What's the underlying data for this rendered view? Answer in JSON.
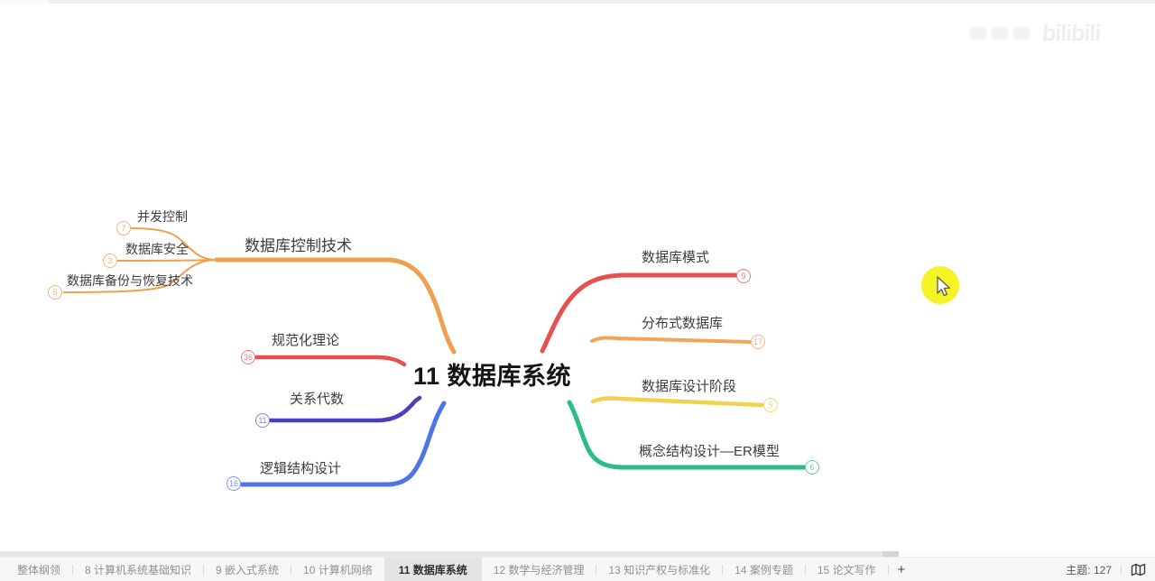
{
  "watermark": {
    "logo": "bilibili"
  },
  "mindmap": {
    "root": {
      "label": "11 数据库系统"
    },
    "left_branches": [
      {
        "label": "数据库控制技术",
        "color": "#EF9F50",
        "children": [
          {
            "label": "并发控制",
            "count": "7",
            "badge_color": "#F2B27A"
          },
          {
            "label": "数据库安全",
            "count": "3",
            "badge_color": "#F2B27A"
          },
          {
            "label": "数据库备份与恢复技术",
            "count": "5",
            "badge_color": "#F2B27A"
          }
        ]
      },
      {
        "label": "规范化理论",
        "count": "36",
        "color": "#E85050",
        "badge_color": "#EE7A7A"
      },
      {
        "label": "关系代数",
        "count": "11",
        "color": "#4A3DBE",
        "badge_color": "#8781DD"
      },
      {
        "label": "逻辑结构设计",
        "count": "16",
        "color": "#4E74E8",
        "badge_color": "#7D97EE"
      }
    ],
    "right_branches": [
      {
        "label": "数据库模式",
        "count": "9",
        "color": "#E85050",
        "badge_color": "#EE7A7A"
      },
      {
        "label": "分布式数据库",
        "count": "17",
        "color": "#F0A55A",
        "badge_color": "#F2B27A"
      },
      {
        "label": "数据库设计阶段",
        "count": "5",
        "color": "#F0D24E",
        "badge_color": "#F2DA7E"
      },
      {
        "label": "概念结构设计—ER模型",
        "count": "6",
        "color": "#2BBD82",
        "badge_color": "#5ECC9D"
      }
    ]
  },
  "cursor": {
    "highlight_color": "#F2F214"
  },
  "tabbar": {
    "tabs": [
      {
        "label": "整体纲领"
      },
      {
        "label": "8 计算机系统基础知识"
      },
      {
        "label": "9 嵌入式系统"
      },
      {
        "label": "10 计算机网络"
      },
      {
        "label": "11 数据库系统"
      },
      {
        "label": "12 数学与经济管理"
      },
      {
        "label": "13 知识产权与标准化"
      },
      {
        "label": "14 案例专题"
      },
      {
        "label": "15 论文写作"
      }
    ],
    "add_label": "+",
    "topic_count_label": "主题: 127"
  }
}
